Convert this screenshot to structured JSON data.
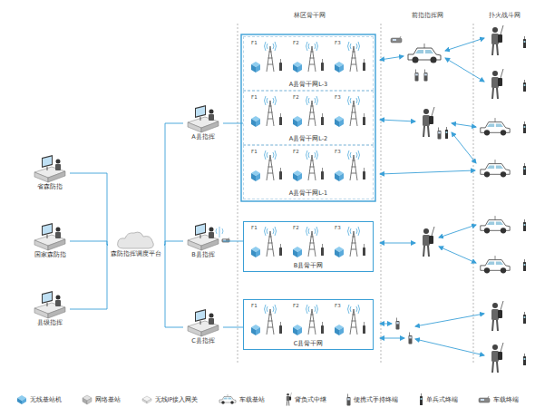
{
  "diagram": {
    "nodes": [
      {
        "text": [
          "省森防指"
        ]
      },
      {
        "text": [
          "国家森防指"
        ]
      },
      {
        "text": [
          "县级指挥"
        ]
      },
      {
        "text": [
          "森防指挥调度平台"
        ]
      },
      {
        "text": [
          "A县指挥"
        ]
      },
      {
        "text": [
          "B县指挥"
        ]
      },
      {
        "text": [
          "C县指挥"
        ]
      },
      {
        "text": [
          "A县骨干网L-3"
        ]
      },
      {
        "text": [
          "A县骨干网L-2"
        ]
      },
      {
        "text": [
          "A县骨干网L-1"
        ]
      },
      {
        "text": [
          "B县骨干网"
        ]
      },
      {
        "text": [
          "C县骨干网"
        ]
      }
    ],
    "edges": [
      {
        "from": 0,
        "to": 3,
        "arrow": "none"
      },
      {
        "from": 1,
        "to": 3,
        "arrow": "none"
      },
      {
        "from": 2,
        "to": 3,
        "arrow": "none"
      },
      {
        "from": 3,
        "to": 4,
        "arrow": "none"
      },
      {
        "from": 3,
        "to": 5,
        "arrow": "none"
      },
      {
        "from": 3,
        "to": 6,
        "arrow": "none"
      },
      {
        "from": 4,
        "to": 8,
        "arrow": "none"
      },
      {
        "from": 5,
        "to": 10,
        "arrow": "none"
      },
      {
        "from": 6,
        "to": 11,
        "arrow": "none"
      }
    ],
    "labels": [
      "林区骨干网",
      "前指指挥网",
      "扑火战斗网",
      "F1",
      "F2",
      "F3",
      "F1",
      "F2",
      "F3",
      "F1",
      "F2",
      "F3",
      "F1",
      "F2",
      "F3",
      "F1",
      "F2",
      "F3"
    ],
    "legend": [
      {
        "text": "无线基站机"
      },
      {
        "text": "网络基站"
      },
      {
        "text": "无线IP接入网关"
      },
      {
        "text": "车载基站"
      },
      {
        "text": "背负式中继"
      },
      {
        "text": "便携式手持终端"
      },
      {
        "text": "单兵式终端"
      },
      {
        "text": "车载终端"
      }
    ]
  }
}
